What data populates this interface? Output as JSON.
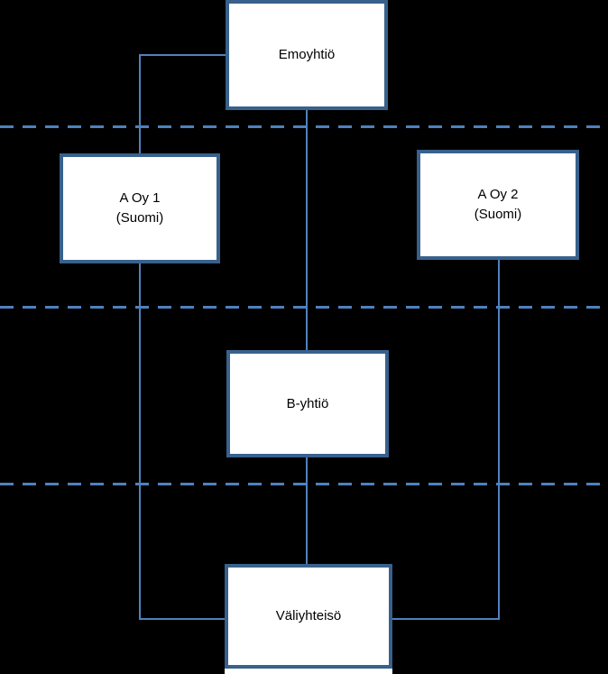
{
  "diagram": {
    "title": "Corporate ownership structure diagram",
    "colors": {
      "background": "#000000",
      "box_fill": "#ffffff",
      "box_border": "#38618c",
      "connector": "#4f81bd",
      "dashed_line": "#4f81bd",
      "text": "#000000"
    },
    "nodes": [
      {
        "id": "emoyhtio",
        "label": "Emoyhtiö",
        "sublabel": ""
      },
      {
        "id": "a-oy-1",
        "label": "A Oy 1",
        "sublabel": "(Suomi)"
      },
      {
        "id": "a-oy-2",
        "label": "A Oy 2",
        "sublabel": "(Suomi)"
      },
      {
        "id": "b-yhtio",
        "label": "B-yhtiö",
        "sublabel": ""
      },
      {
        "id": "valiyhteiso",
        "label": "Väliyhteisö",
        "sublabel": ""
      }
    ],
    "edges": [
      {
        "from": "Emoyhtiö",
        "to": "A Oy 1 (Suomi)"
      },
      {
        "from": "Emoyhtiö",
        "to": "B-yhtiö"
      },
      {
        "from": "A Oy 1 (Suomi)",
        "to": "Väliyhteisö"
      },
      {
        "from": "A Oy 2 (Suomi)",
        "to": "Väliyhteisö"
      },
      {
        "from": "B-yhtiö",
        "to": "Väliyhteisö"
      }
    ],
    "separator_lines": 3
  }
}
